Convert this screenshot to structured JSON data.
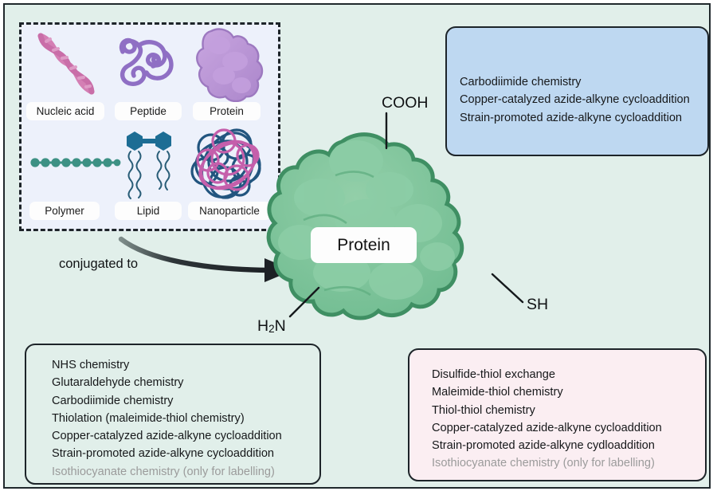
{
  "figure": {
    "background_color": "#e1efea",
    "frame_color": "#20282c"
  },
  "source_panel": {
    "name": "conjugation-partners",
    "background_color": "#edf1fb",
    "border_style": "dashed",
    "items": [
      {
        "label": "Nucleic acid",
        "icon": "dna-double-helix-icon",
        "color": "#d47fb4"
      },
      {
        "label": "Peptide",
        "icon": "peptide-chain-icon",
        "color": "#8f6fc4"
      },
      {
        "label": "Protein",
        "icon": "protein-blob-icon",
        "color": "#b48ed6"
      },
      {
        "label": "Polymer",
        "icon": "polymer-beads-icon",
        "color": "#3d9184"
      },
      {
        "label": "Lipid",
        "icon": "lipid-bilayer-icon",
        "color": "#1d6d94"
      },
      {
        "label": "Nanoparticle",
        "icon": "nanoparticle-icon",
        "color": "#22557f"
      }
    ]
  },
  "arrow": {
    "label": "conjugated to",
    "name": "conjugated-to-arrow",
    "color": "#1d2125"
  },
  "protein": {
    "label": "Protein",
    "fill_color": "#7cc39a",
    "stroke_color": "#3f8f63",
    "residues": [
      {
        "name": "carboxyl-terminus-label",
        "text": "COOH",
        "position": "top"
      },
      {
        "name": "amine-terminus-label",
        "text": "H",
        "subscript": "2",
        "suffix": "N",
        "position": "bottom-left"
      },
      {
        "name": "thiol-label",
        "text": "SH",
        "position": "bottom-right"
      }
    ]
  },
  "boxes": {
    "carboxyl": {
      "name": "carboxyl-chemistry-box",
      "fill_color": "#bed8f1",
      "border_color": "#1d2429",
      "items": [
        {
          "text": "Carbodiimide chemistry",
          "muted": false
        },
        {
          "text": "Copper-catalyzed azide-alkyne cycloaddition",
          "muted": false
        },
        {
          "text": "Strain-promoted azide-alkyne cycloaddition",
          "muted": false
        }
      ]
    },
    "amine": {
      "name": "amine-chemistry-box",
      "fill_color": "transparent",
      "border_color": "#1d2429",
      "items": [
        {
          "text": "NHS chemistry",
          "muted": false
        },
        {
          "text": "Glutaraldehyde chemistry",
          "muted": false
        },
        {
          "text": "Carbodiimide chemistry",
          "muted": false
        },
        {
          "text": "Thiolation (maleimide-thiol chemistry)",
          "muted": false
        },
        {
          "text": "Copper-catalyzed azide-alkyne cycloaddition",
          "muted": false
        },
        {
          "text": "Strain-promoted azide-alkyne cycloaddition",
          "muted": false
        },
        {
          "text": "Isothiocyanate chemistry (only for labelling)",
          "muted": true
        }
      ]
    },
    "thiol": {
      "name": "thiol-chemistry-box",
      "fill_color": "#fbeef2",
      "border_color": "#1d2429",
      "items": [
        {
          "text": "Disulfide-thiol exchange",
          "muted": false
        },
        {
          "text": "Maleimide-thiol chemistry",
          "muted": false
        },
        {
          "text": "Thiol-thiol chemistry",
          "muted": false
        },
        {
          "text": "Copper-catalyzed azide-alkyne cycloaddition",
          "muted": false
        },
        {
          "text": "Strain-promoted azide-alkyne cydloaddition",
          "muted": false
        },
        {
          "text": "Isothiocyanate chemistry (only for labelling)",
          "muted": true
        }
      ]
    }
  }
}
